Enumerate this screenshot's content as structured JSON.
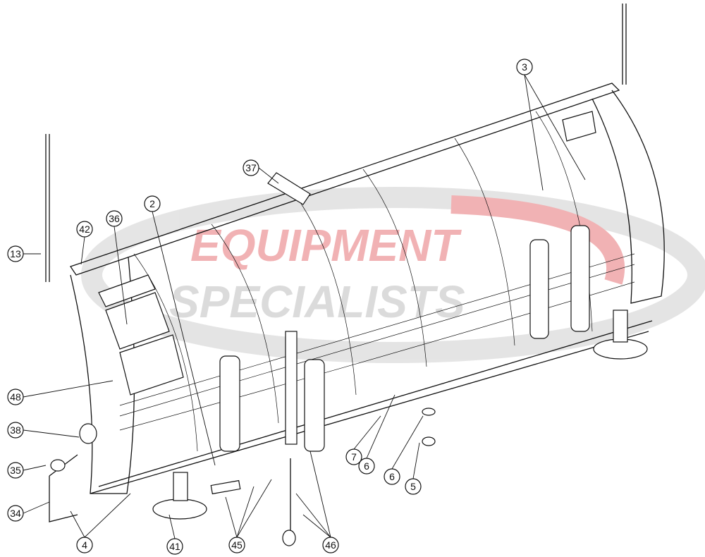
{
  "watermark": {
    "line1": "EQUIPMENT",
    "line2": "SPECIALISTS",
    "red": "#d9262c",
    "gray": "#b5b5b5"
  },
  "callouts": [
    "3",
    "37",
    "2",
    "36",
    "42",
    "13",
    "48",
    "38",
    "35",
    "34",
    "4",
    "41",
    "45",
    "46",
    "7",
    "6",
    "6",
    "5"
  ]
}
